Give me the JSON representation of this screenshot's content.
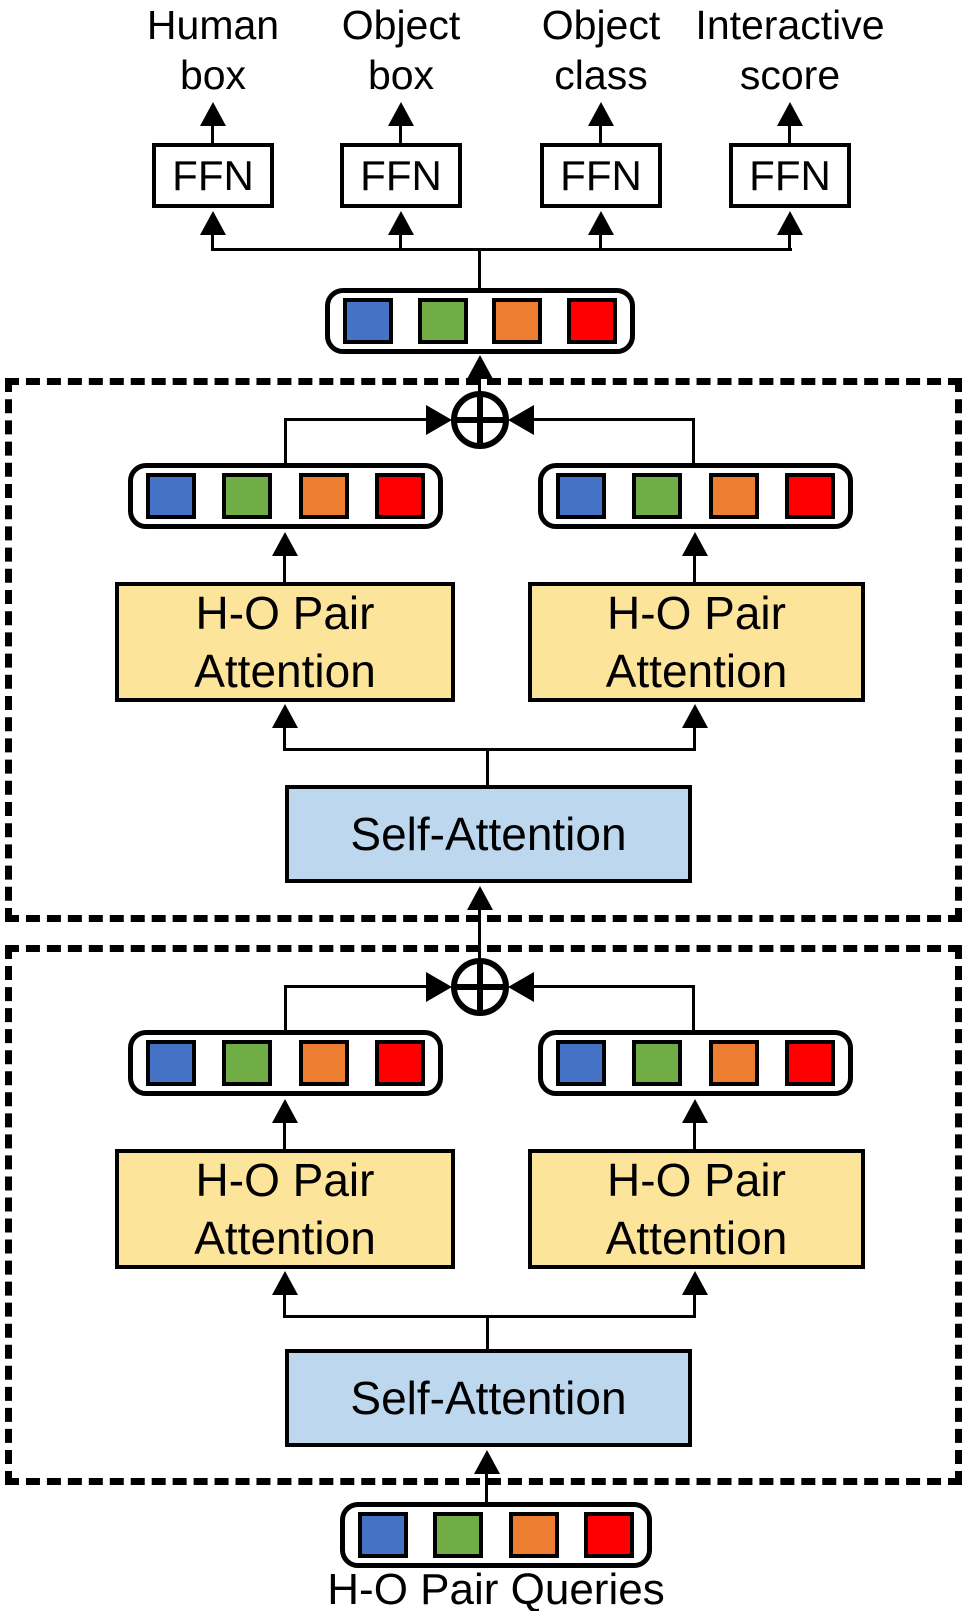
{
  "outputs": [
    {
      "line1": "Human",
      "line2": "box"
    },
    {
      "line1": "Object",
      "line2": "box"
    },
    {
      "line1": "Object",
      "line2": "class"
    },
    {
      "line1": "Interactive",
      "line2": "score"
    }
  ],
  "ffn_label": "FFN",
  "attention_box": {
    "line1": "H-O Pair",
    "line2": "Attention"
  },
  "self_attention_label": "Self-Attention",
  "queries_label": "H-O Pair Queries",
  "colors": {
    "token_blue": "#4472C4",
    "token_green": "#70AD47",
    "token_orange": "#ED7D31",
    "token_red": "#FE0000",
    "attention_fill": "#FCE49B",
    "self_attention_fill": "#BDD7EE",
    "line": "#000000"
  }
}
